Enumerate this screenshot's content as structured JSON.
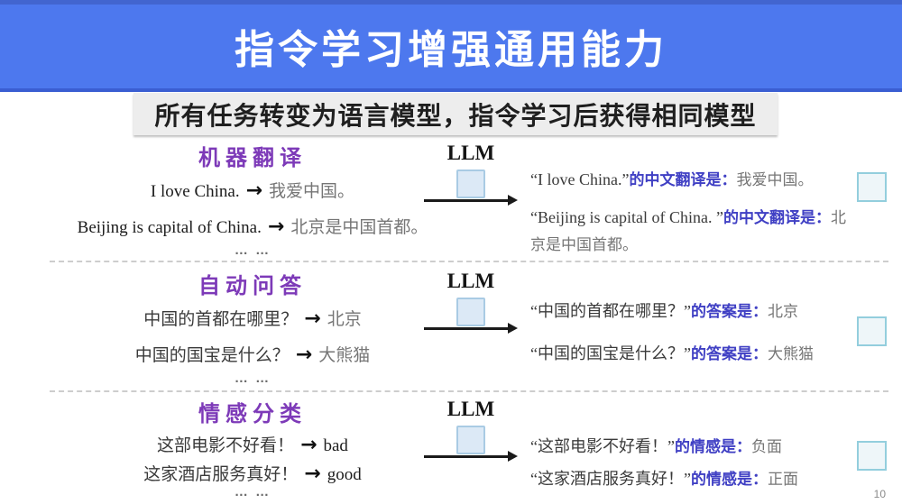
{
  "title": "指令学习增强通用能力",
  "subtitle": "所有任务转变为语言模型，指令学习后获得相同模型",
  "llm_label": "LLM",
  "arrow": "→",
  "ellipsis": "… …",
  "page_number": "10",
  "colors": {
    "banner_blue": "#4d78ee",
    "heading_purple": "#7d3ab8",
    "connector_blue": "#4040c4",
    "llm_box_fill": "#dce9f6",
    "llm_box_border": "#a9cbe4",
    "side_square_border": "#93cedd",
    "subtitle_bg": "#ededed"
  },
  "sections": [
    {
      "heading": "机器翻译",
      "examples": [
        {
          "input": "I love China.",
          "output": "我爱中国。"
        },
        {
          "input": "Beijing is capital of China.",
          "output": "北京是中国首都。"
        }
      ],
      "results": [
        {
          "quote": "“I love China.”",
          "connector": "的中文翻译是：",
          "answer": "我爱中国。"
        },
        {
          "quote": "“Beijing is capital of China. ”",
          "connector": "的中文翻译是：",
          "answer": "北京是中国首都。"
        }
      ]
    },
    {
      "heading": "自动问答",
      "examples": [
        {
          "input": "中国的首都在哪里？",
          "output": "北京"
        },
        {
          "input": "中国的国宝是什么？",
          "output": "大熊猫"
        }
      ],
      "results": [
        {
          "quote": "“中国的首都在哪里？”",
          "connector": "的答案是：",
          "answer": "北京"
        },
        {
          "quote": "“中国的国宝是什么？”",
          "connector": "的答案是：",
          "answer": "大熊猫"
        }
      ]
    },
    {
      "heading": "情感分类",
      "examples": [
        {
          "input": "这部电影不好看！",
          "output": "bad"
        },
        {
          "input": "这家酒店服务真好！",
          "output": "good"
        }
      ],
      "results": [
        {
          "quote": "“这部电影不好看！”",
          "connector": "的情感是：",
          "answer": "负面"
        },
        {
          "quote": "“这家酒店服务真好！”",
          "connector": "的情感是：",
          "answer": "正面"
        }
      ]
    }
  ]
}
